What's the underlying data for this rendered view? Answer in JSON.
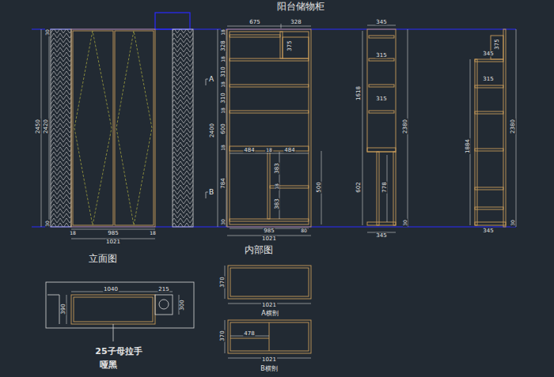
{
  "diagram": {
    "title": "阳台储物柜",
    "labels": [
      "30",
      "2450",
      "2420",
      "30",
      "18",
      "985",
      "18",
      "1021",
      "立面图",
      "675",
      "328",
      "18",
      "328",
      "18",
      "310",
      "18",
      "310",
      "18",
      "600",
      "18",
      "784",
      "30",
      "2400",
      "375",
      "A",
      "B",
      "484",
      "18",
      "484",
      "383",
      "18",
      "383",
      "500",
      "985",
      "80",
      "1021",
      "内部图",
      "345",
      "315",
      "315",
      "1618",
      "602",
      "778",
      "2380",
      "30",
      "345",
      "375",
      "345",
      "315",
      "1884",
      "2380",
      "345",
      "30",
      "1040",
      "215",
      "390",
      "300",
      "25子母拉手",
      "哑黑",
      "370",
      "1021",
      "A横剖",
      "370",
      "478",
      "1021",
      "B横剖"
    ]
  }
}
